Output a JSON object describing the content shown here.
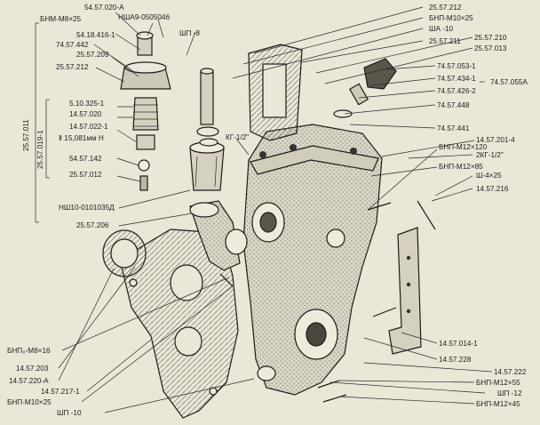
{
  "palette": {
    "background": "#eae6d8",
    "ink": "#1c1c1c",
    "hatch": "#6a665c"
  },
  "labels": {
    "l_54_57_020_a": "54.57.020-А",
    "l_bnm_m8x25": "БНМ-М8×25",
    "l_nsh_a9": "НША9-0505046",
    "l_54_18_416_1": "54.18.416-1",
    "l_shp_8": "ШП -8",
    "l_74_57_442": "74.57.442",
    "l_25_57_209": "25.57.209",
    "l_25_57_212_left": "25.57.212",
    "l_5_10_325_1": "5.10.325-1",
    "l_14_57_020": "14.57.020",
    "l_14_57_022_1": "14.57.022-1",
    "l_ii_15_08": "Ⅱ 15,081мм Н",
    "l_54_57_142": "54.57.142",
    "l_25_57_012": "25.57.012",
    "l_nsh10": "НШ10-0101035Д",
    "l_25_57_206": "25.57.206",
    "l_25_57_011_vert": "25.57.011",
    "l_25_57_019_1_vert": "25.57.019-1",
    "l_25_57_212_top": "25.57.212",
    "l_bnp_m10x25_top": "БНП-М10×25",
    "l_sha_10": "ША -10",
    "l_25_57_211": "25.57.211",
    "l_25_57_210": "25.57.210",
    "l_25_57_013": "25.57.013",
    "l_74_57_053_1": "74.57.053-1",
    "l_74_57_434_1": "74.57.434-1",
    "l_74_57_426_2": "74.57.426-2",
    "l_74_57_448": "74.57.448",
    "l_74_57_055a": "74.57.055А",
    "l_74_57_441": "74.57.441",
    "l_kg_1_2": "КГ-1/2\"",
    "l_bnp_m12x120": "БНП-М12×120",
    "l_14_57_201_4": "14.57.201-4",
    "l_2kg_1_2": "2КГ-1/2\"",
    "l_bnp_m12x85": "БНП-М12×85",
    "l_sh_4x25": "Ш-4×25",
    "l_14_57_216": "14.57.216",
    "l_14_57_014_1": "14.57.014-1",
    "l_14_57_228": "14.57.228",
    "l_14_57_222": "14.57.222",
    "l_bnp_m12x55": "БНП-М12×55",
    "l_shp_12": "ШП -12",
    "l_bnp_m12x45": "БНП-М12×45",
    "l_bnp0_m8x16": "БНП₀-М8×16",
    "l_14_57_203": "14.57.203",
    "l_14_57_220_a": "14.57.220-А",
    "l_14_57_217_1": "14.57.217-1",
    "l_bnp_m10x25_bottom": "БНП-М10×25",
    "l_shp_10": "ШП -10"
  }
}
